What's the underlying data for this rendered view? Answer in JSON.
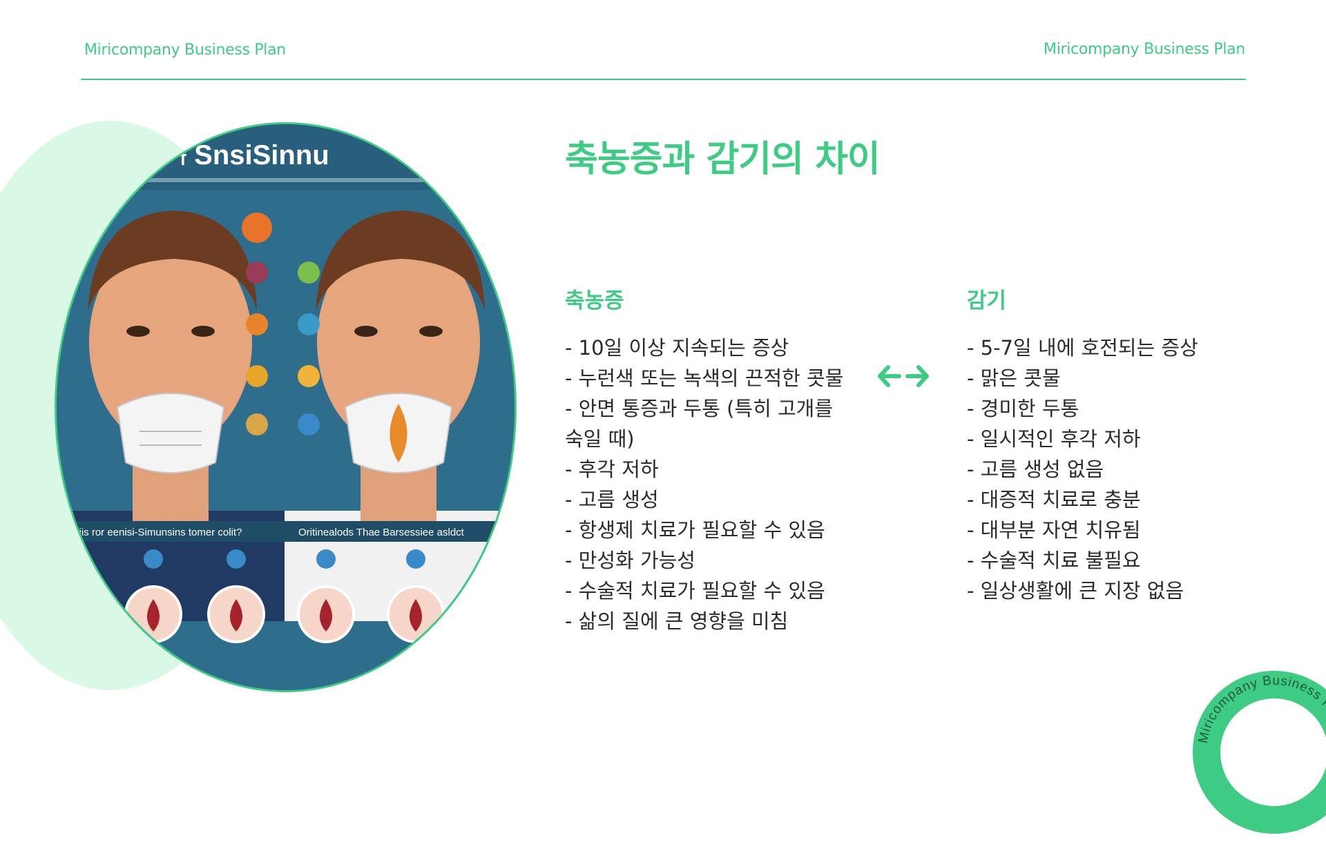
{
  "header": {
    "left_title": "Miricompany Business Plan",
    "right_title": "Miricompany Business Plan"
  },
  "page": {
    "title": "축농증과 감기의 차이"
  },
  "illustration": {
    "heading": "us ⟊ SnsiSinnu",
    "left_caption": "etiis ror eenisi-Simunsins tomer colit?",
    "right_caption": "Oritinealods Thae Barsessiee asldct",
    "colors": {
      "background": "#2d6f8b",
      "accent": "#3ecb84",
      "skin": "#e6a57c",
      "hair": "#6b3b22"
    }
  },
  "columns": {
    "left": {
      "title": "축농증",
      "items": [
        "- 10일 이상 지속되는 증상",
        "- 누런색 또는 녹색의 끈적한 콧물",
        "- 안면 통증과 두통 (특히 고개를 숙일 때)",
        "- 후각 저하",
        "- 고름 생성",
        "- 항생제 치료가 필요할 수 있음",
        "- 만성화 가능성",
        "- 수술적 치료가 필요할 수 있음",
        "- 삶의 질에 큰 영향을 미침"
      ]
    },
    "right": {
      "title": "감기",
      "items": [
        "- 5-7일 내에 호전되는 증상",
        "- 맑은 콧물",
        "- 경미한 두통",
        "- 일시적인 후각 저하",
        "- 고름 생성 없음",
        "- 대증적 치료로 충분",
        "- 대부분 자연 치유됨",
        "- 수술적 치료 불필요",
        "- 일상생활에 큰 지장 없음"
      ]
    }
  },
  "compare_icon": "left-right-arrow-icon",
  "badge": {
    "text": "Miricompany Business Plan"
  },
  "theme": {
    "accent": "#3ecb84",
    "light_accent": "#d9f8e6",
    "text": "#2b2b2b"
  }
}
